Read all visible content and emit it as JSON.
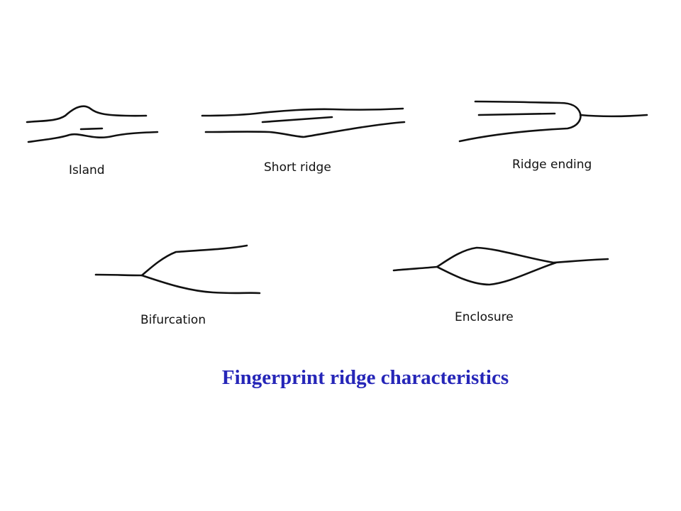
{
  "figures": {
    "island": "Island",
    "short_ridge": "Short ridge",
    "ridge_ending": "Ridge ending",
    "bifurcation": "Bifurcation",
    "enclosure": "Enclosure"
  },
  "caption": "Fingerprint ridge characteristics",
  "colors": {
    "caption": "#2626b8",
    "line": "#111111"
  }
}
